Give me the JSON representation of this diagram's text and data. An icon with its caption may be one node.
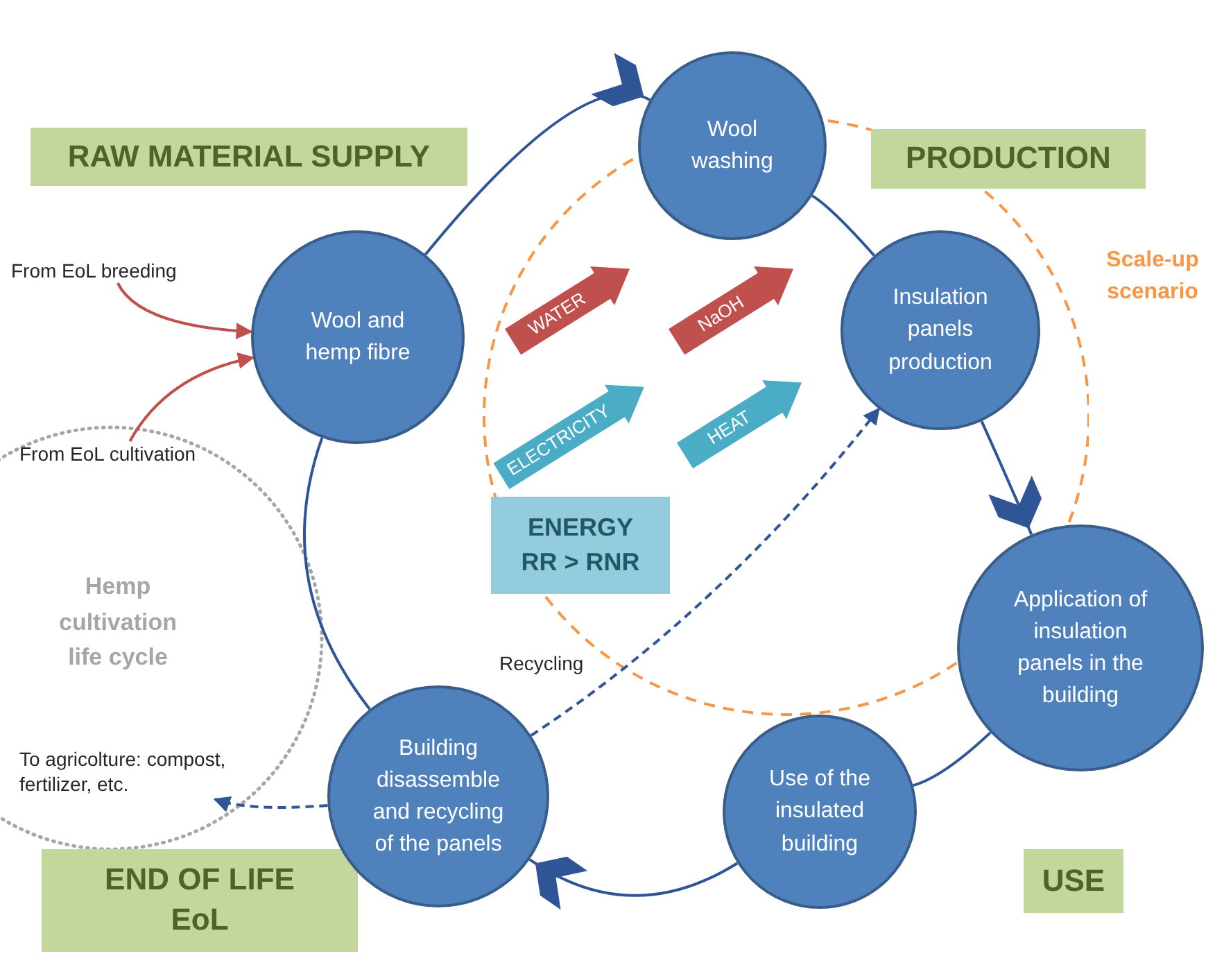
{
  "diagram": {
    "nodes": [
      {
        "text": [
          "RAW MATERIAL SUPPLY"
        ]
      },
      {
        "text": [
          "PRODUCTION"
        ]
      },
      {
        "text": [
          "END OF LIFE EoL"
        ]
      },
      {
        "text": [
          "USE"
        ]
      },
      {
        "text": [
          "Wool and hemp fibre"
        ]
      },
      {
        "text": [
          "Wool washing"
        ]
      },
      {
        "text": [
          "Insulation panels production"
        ]
      },
      {
        "text": [
          "Application of insulation panels in the building"
        ]
      },
      {
        "text": [
          "Use of the insulated building"
        ]
      },
      {
        "text": [
          "Building disassemble and recycling of the panels"
        ]
      },
      {
        "text": [
          "ENERGY RR > RNR"
        ]
      },
      {
        "text": [
          "From EoL breeding"
        ]
      },
      {
        "text": [
          "From EoL cultivation"
        ]
      },
      {
        "text": [
          "To agricolture: compost, fertilizer, etc."
        ]
      },
      {
        "text": [
          "WATER"
        ]
      },
      {
        "text": [
          "NaOH"
        ]
      },
      {
        "text": [
          "ELECTRICITY"
        ]
      },
      {
        "text": [
          "HEAT"
        ]
      }
    ],
    "edges": [
      {
        "from": 4,
        "to": 5,
        "arrow": "to"
      },
      {
        "from": 5,
        "to": 6,
        "arrow": "none"
      },
      {
        "from": 6,
        "to": 7,
        "arrow": "to"
      },
      {
        "from": 7,
        "to": 8,
        "arrow": "none"
      },
      {
        "from": 8,
        "to": 9,
        "arrow": "to"
      },
      {
        "from": 9,
        "to": 4,
        "arrow": "none"
      },
      {
        "from": 11,
        "to": 4,
        "arrow": "to",
        "color": "#c0504d"
      },
      {
        "from": 12,
        "to": 4,
        "arrow": "to",
        "color": "#c0504d"
      },
      {
        "from": 9,
        "to": 6,
        "arrow": "to",
        "label": "Recycling",
        "style": "dashed"
      },
      {
        "from": 9,
        "to": 13,
        "arrow": "to",
        "style": "dashed"
      }
    ],
    "labels": [
      "Hemp cultivation life cycle",
      "Scale-up scenario"
    ]
  }
}
